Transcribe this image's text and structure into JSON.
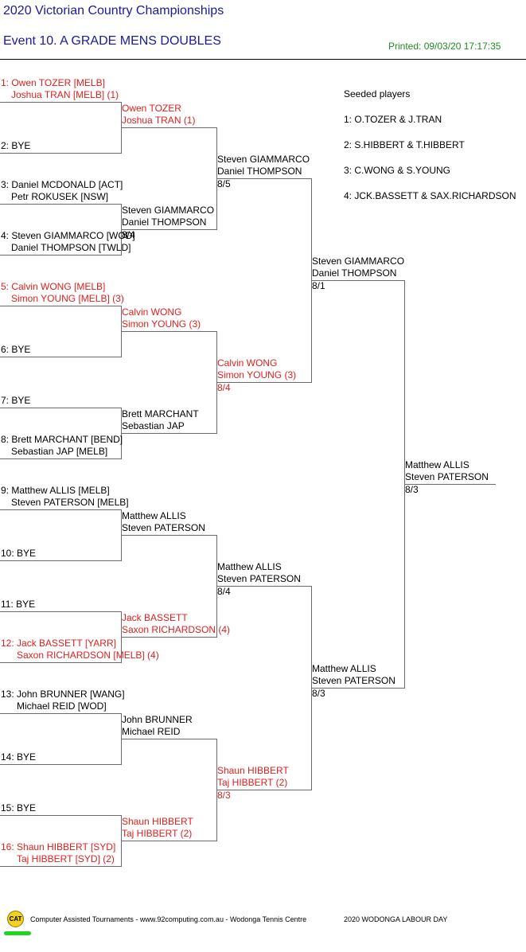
{
  "header": {
    "title": "2020 Victorian Country Championships",
    "event": "Event 10. A GRADE MENS DOUBLES",
    "printed": "Printed: 09/03/20 17:17:35"
  },
  "seeds": {
    "heading": "Seeded players",
    "items": [
      "1: O.TOZER & J.TRAN",
      "2: S.HIBBERT & T.HIBBERT",
      "3: C.WONG & S.YOUNG",
      "4: JCK.BASSETT & SAX.RICHARDSON"
    ]
  },
  "round1": [
    {
      "l1": "1: Owen TOZER [MELB]",
      "l2": "Joshua TRAN [MELB] (1)",
      "red": true
    },
    {
      "l1": "2: BYE",
      "l2": "",
      "red": false
    },
    {
      "l1": "3: Daniel MCDONALD [ACT]",
      "l2": "Petr ROKUSEK [NSW]",
      "red": false
    },
    {
      "l1": "4: Steven GIAMMARCO [WOD]",
      "l2": "Daniel THOMPSON [TWLD]",
      "red": false
    },
    {
      "l1": "5: Calvin WONG [MELB]",
      "l2": "Simon YOUNG [MELB] (3)",
      "red": true
    },
    {
      "l1": "6: BYE",
      "l2": "",
      "red": false
    },
    {
      "l1": "7: BYE",
      "l2": "",
      "red": false
    },
    {
      "l1": "8: Brett MARCHANT [BEND]",
      "l2": "Sebastian JAP [MELB]",
      "red": false
    },
    {
      "l1": "9: Matthew ALLIS [MELB]",
      "l2": "Steven PATERSON [MELB]",
      "red": false
    },
    {
      "l1": "10: BYE",
      "l2": "",
      "red": false
    },
    {
      "l1": "11: BYE",
      "l2": "",
      "red": false
    },
    {
      "l1": "12: Jack BASSETT [YARR]",
      "l2": "Saxon RICHARDSON [MELB] (4)",
      "red": true
    },
    {
      "l1": "13: John BRUNNER [WANG]",
      "l2": "Michael REID [WOD]",
      "red": false
    },
    {
      "l1": "14: BYE",
      "l2": "",
      "red": false
    },
    {
      "l1": "15: BYE",
      "l2": "",
      "red": false
    },
    {
      "l1": "16: Shaun HIBBERT [SYD]",
      "l2": "Taj HIBBERT [SYD] (2)",
      "red": true
    }
  ],
  "round2": [
    {
      "l1": "Owen TOZER",
      "l2": "Joshua TRAN (1)",
      "score": "",
      "red": true
    },
    {
      "l1": "Steven GIAMMARCO",
      "l2": "Daniel THOMPSON",
      "score": "8/4",
      "red": false
    },
    {
      "l1": "Calvin WONG",
      "l2": "Simon YOUNG (3)",
      "score": "",
      "red": true
    },
    {
      "l1": "Brett MARCHANT",
      "l2": "Sebastian JAP",
      "score": "",
      "red": false
    },
    {
      "l1": "Matthew ALLIS",
      "l2": "Steven PATERSON",
      "score": "",
      "red": false
    },
    {
      "l1": "Jack BASSETT",
      "l2": "Saxon RICHARDSON (4)",
      "score": "",
      "red": true
    },
    {
      "l1": "John BRUNNER",
      "l2": "Michael REID",
      "score": "",
      "red": false
    },
    {
      "l1": "Shaun HIBBERT",
      "l2": "Taj HIBBERT (2)",
      "score": "",
      "red": true
    }
  ],
  "round3": [
    {
      "l1": "Steven GIAMMARCO",
      "l2": "Daniel THOMPSON",
      "score": "8/5",
      "red": false
    },
    {
      "l1": "Calvin WONG",
      "l2": "Simon YOUNG (3)",
      "score": "8/4",
      "red": true
    },
    {
      "l1": "Matthew ALLIS",
      "l2": "Steven PATERSON",
      "score": "8/4",
      "red": false
    },
    {
      "l1": "Shaun HIBBERT",
      "l2": "Taj HIBBERT (2)",
      "score": "8/3",
      "red": true
    }
  ],
  "round4": [
    {
      "l1": "Steven GIAMMARCO",
      "l2": "Daniel THOMPSON",
      "score": "8/1",
      "red": false
    },
    {
      "l1": "Matthew ALLIS",
      "l2": "Steven PATERSON",
      "score": "8/3",
      "red": false
    }
  ],
  "final": [
    {
      "l1": "Matthew ALLIS",
      "l2": "Steven PATERSON",
      "score": "8/3",
      "red": false
    }
  ],
  "footer": {
    "logo_text": "CAT",
    "credit": "Computer Assisted Tournaments - www.92computing.com.au -  Wodonga Tennis Centre",
    "event_name": "2020 WODONGA LABOUR DAY"
  }
}
